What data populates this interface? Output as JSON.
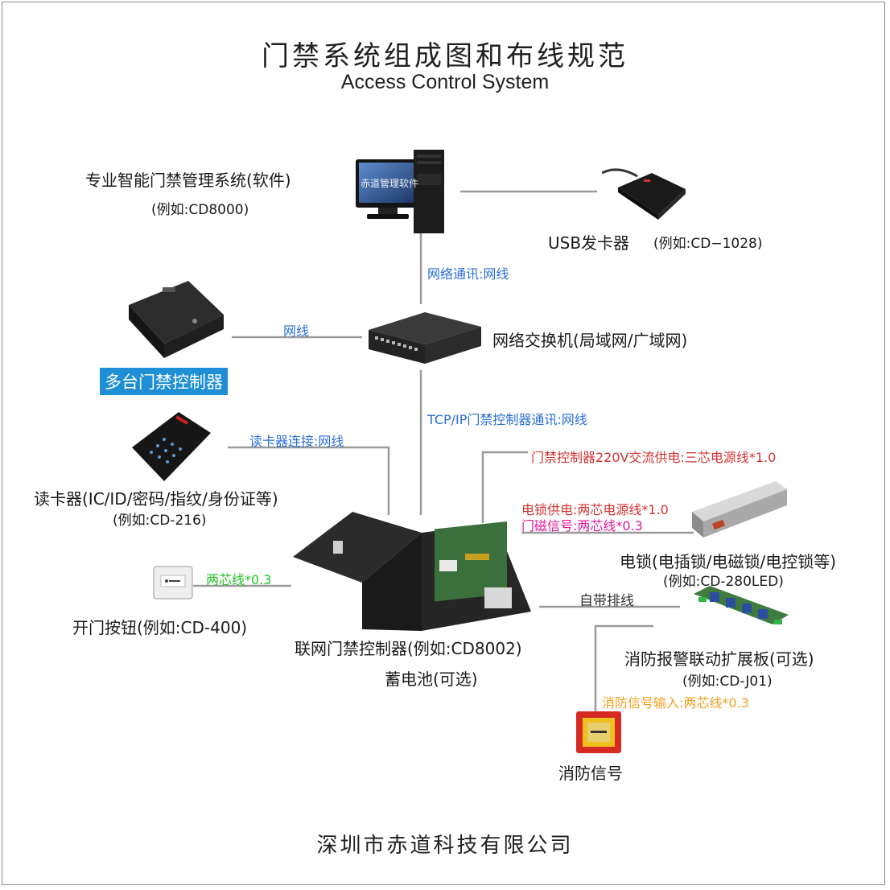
{
  "title": {
    "cn": "门禁系统组成图和布线规范",
    "en": "Access Control System"
  },
  "devices": {
    "software": {
      "name": "专业智能门禁管理系统(软件)",
      "model": "(例如:CD8000)",
      "screen_text": "赤道管理软件"
    },
    "usb_reader": {
      "name": "USB发卡器",
      "model": "(例如:CD−1028)"
    },
    "switch": {
      "name": "网络交换机(局域网/广域网)"
    },
    "multi_controllers": {
      "name": "多台门禁控制器"
    },
    "card_reader": {
      "name": "读卡器(IC/ID/密码/指纹/身份证等)",
      "model": "(例如:CD-216)"
    },
    "exit_button": {
      "name": "开门按钮(例如:CD-400)"
    },
    "controller": {
      "name": "联网门禁控制器(例如:CD8002)",
      "battery": "蓄电池(可选)"
    },
    "lock": {
      "name": "电锁(电插锁/电磁锁/电控锁等)",
      "model": "(例如:CD-280LED)"
    },
    "fire_board": {
      "name": "消防报警联动扩展板(可选)",
      "model": "(例如:CD-J01)"
    },
    "fire_signal": {
      "name": "消防信号"
    }
  },
  "wires": {
    "pc_switch": "网络通讯:网线",
    "switch_multi": "网线",
    "switch_controller": "TCP/IP门禁控制器通讯:网线",
    "reader_controller": "读卡器连接:网线",
    "power_220": "门禁控制器220V交流供电:三芯电源线*1.0",
    "lock_power": "电锁供电:两芯电源线*1.0",
    "door_sensor": "门磁信号:两芯线*0.3",
    "button_wire": "两芯线*0.3",
    "board_cable": "自带排线",
    "fire_input": "消防信号输入:两芯线*0.3"
  },
  "company": "深圳市赤道科技有限公司",
  "colors": {
    "wire_blue": "#2a6ed6",
    "red": "#d43232",
    "pink": "#e0179b",
    "green": "#22c422",
    "orange": "#f0a020",
    "banner": "#1e8fd6"
  }
}
